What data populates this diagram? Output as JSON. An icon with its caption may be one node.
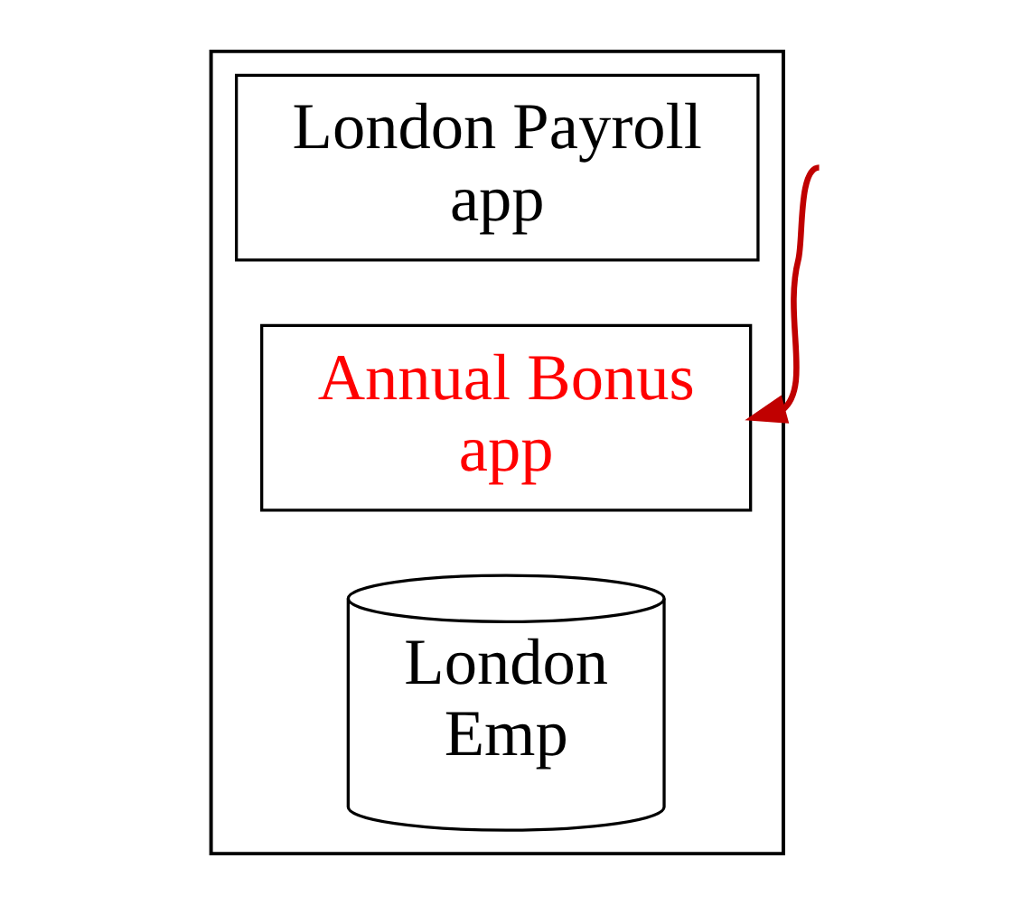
{
  "diagram": {
    "nodes": [
      {
        "text": [],
        "shape": "box"
      },
      {
        "text": [
          "London Payroll app"
        ],
        "in": 0
      },
      {
        "text": [
          "Annual Bonus app"
        ],
        "in": 0
      },
      {
        "text": [
          "London Emp"
        ],
        "in": 0
      }
    ],
    "edges": [
      {
        "from": null,
        "to": 2,
        "arrow": "to",
        "color": "#c00000"
      }
    ]
  }
}
